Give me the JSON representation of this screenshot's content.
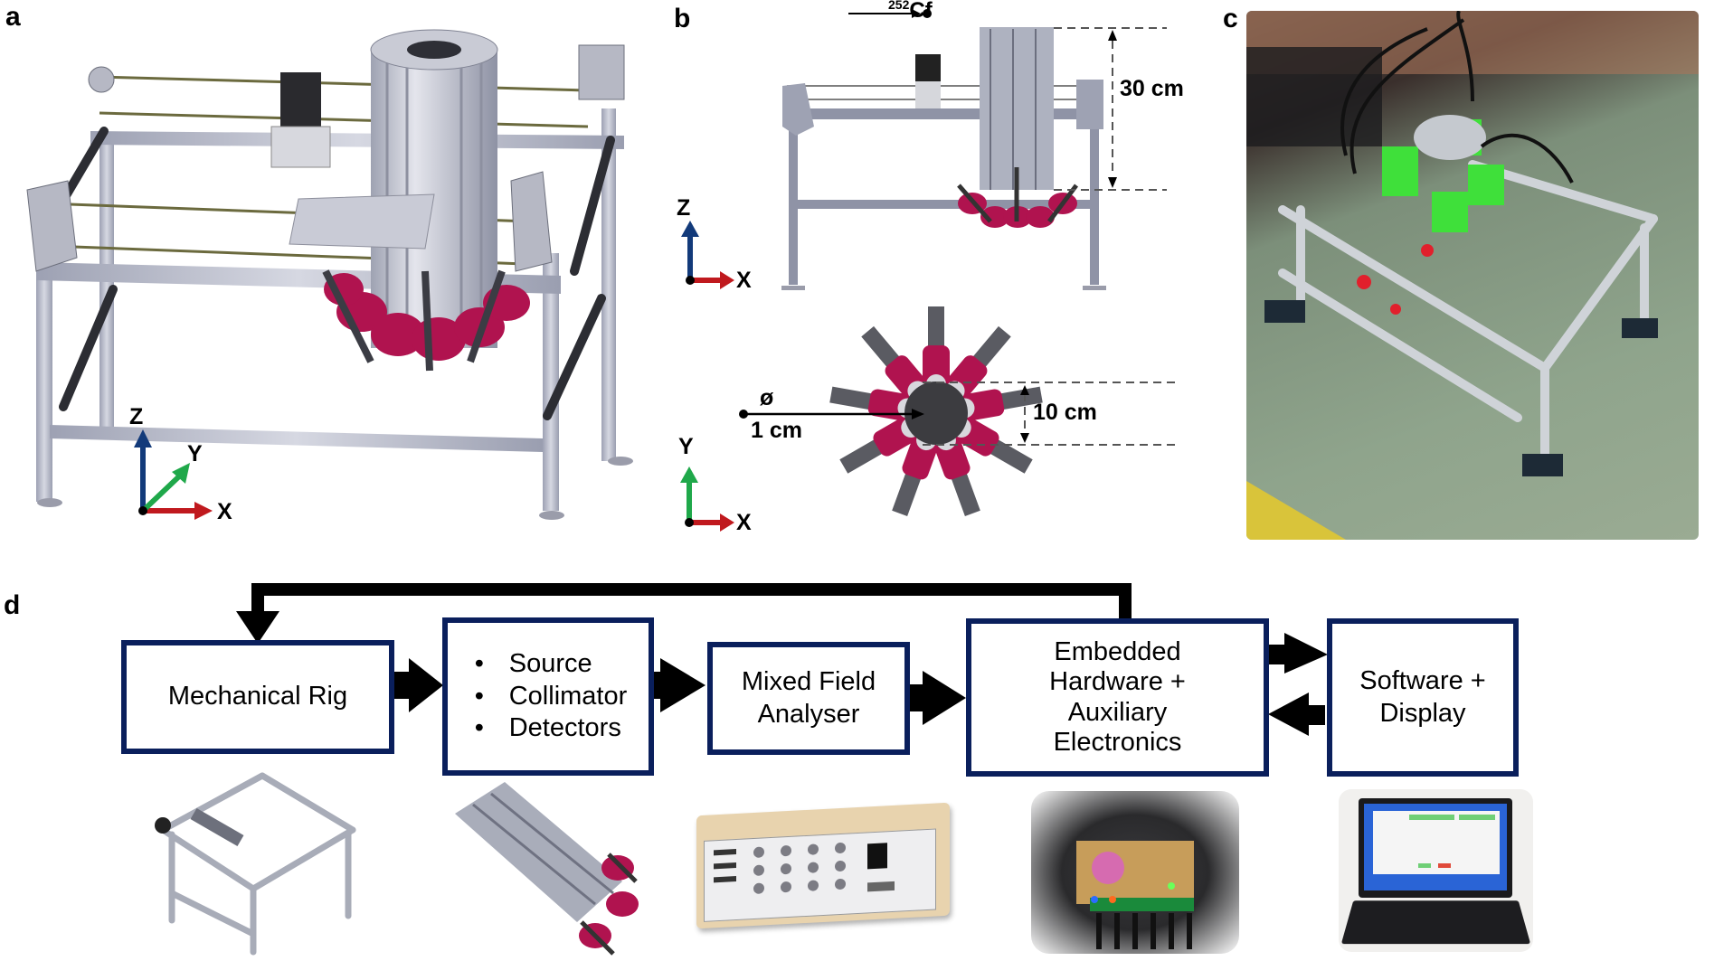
{
  "panels": {
    "a": {
      "label": "a",
      "image": "isometric-render-mechanical-rig-with-collimator",
      "axes": {
        "z": "Z",
        "y": "Y",
        "x": "X"
      }
    },
    "b": {
      "label": "b",
      "side_view": {
        "image": "side-elevation-render-rig",
        "source_label_prefix": "252",
        "source_label_element": "Cf",
        "height_dimension": "30 cm",
        "axes": {
          "z": "Z",
          "x": "X"
        }
      },
      "top_view": {
        "image": "top-view-detector-array",
        "diameter_symbol": "ø",
        "diameter_value": "1 cm",
        "width_dimension": "10 cm",
        "axes": {
          "y": "Y",
          "x": "X"
        }
      }
    },
    "c": {
      "label": "c",
      "image": "photo-assembled-rig-on-floor"
    },
    "d": {
      "label": "d",
      "blocks": [
        {
          "id": "mechanical-rig",
          "lines": [
            "Mechanical Rig"
          ]
        },
        {
          "id": "source-collimator-detectors",
          "bullets": [
            "Source",
            "Collimator",
            "Detectors"
          ]
        },
        {
          "id": "mixed-field-analyser",
          "lines": [
            "Mixed Field",
            "Analyser"
          ]
        },
        {
          "id": "embedded-hardware",
          "lines": [
            "Embedded",
            "Hardware +",
            "Auxiliary",
            "Electronics"
          ]
        },
        {
          "id": "software-display",
          "lines": [
            "Software +",
            "Display"
          ]
        }
      ],
      "connections": [
        {
          "from": "mechanical-rig",
          "to": "source-collimator-detectors"
        },
        {
          "from": "source-collimator-detectors",
          "to": "mixed-field-analyser"
        },
        {
          "from": "mixed-field-analyser",
          "to": "embedded-hardware"
        },
        {
          "from": "embedded-hardware",
          "to": "software-display"
        },
        {
          "from": "software-display",
          "to": "embedded-hardware"
        },
        {
          "from": "embedded-hardware",
          "to": "mechanical-rig",
          "type": "feedback"
        }
      ],
      "thumbnails": [
        "rig-render-thumbnail",
        "collimator-detector-render-thumbnail",
        "mixed-field-analyser-unit-photo",
        "embedded-board-photo",
        "laptop-software-photo"
      ]
    }
  },
  "colors": {
    "block_border": "#0a1f5c",
    "detector_magenta": "#b0134f",
    "axis_x": "#c0191e",
    "axis_y": "#1fa84a",
    "axis_z": "#123a7a",
    "rig_metal": "#b9bcc8",
    "photo_green": "#3fe03a"
  }
}
